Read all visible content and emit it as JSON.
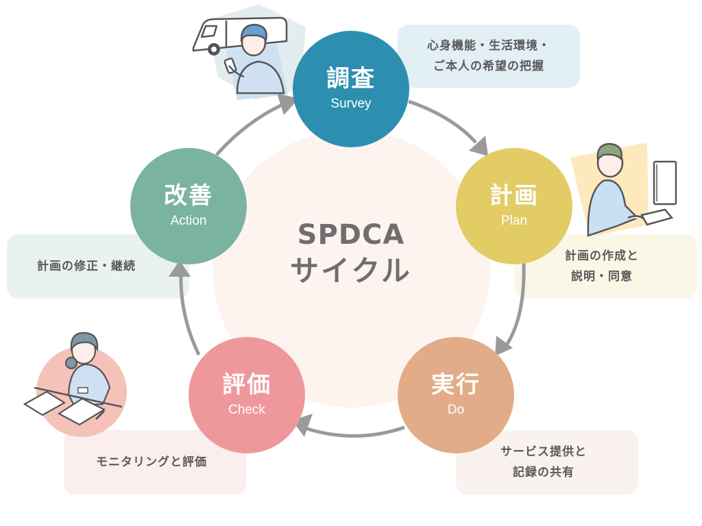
{
  "center": {
    "line1": "SPDCA",
    "line2": "サイクル"
  },
  "nodes": [
    {
      "id": "survey",
      "jp": "調査",
      "en": "Survey",
      "color": "#2c8faf"
    },
    {
      "id": "plan",
      "jp": "計画",
      "en": "Plan",
      "color": "#e3cc66"
    },
    {
      "id": "do",
      "jp": "実行",
      "en": "Do",
      "color": "#e2ac88"
    },
    {
      "id": "check",
      "jp": "評価",
      "en": "Check",
      "color": "#ee989c"
    },
    {
      "id": "action",
      "jp": "改善",
      "en": "Action",
      "color": "#7bb3a3"
    }
  ],
  "callouts": {
    "survey": {
      "lines": [
        "心身機能・生活環境・",
        "ご本人の希望の把握"
      ],
      "bg": "#e2eff5"
    },
    "plan": {
      "lines": [
        "計画の作成と",
        "説明・同意"
      ],
      "bg": "#faf7e6"
    },
    "do": {
      "lines": [
        "サービス提供と",
        "記録の共有"
      ],
      "bg": "#faf2ee"
    },
    "check": {
      "lines": [
        "モニタリングと評価"
      ],
      "bg": "#fbeeee"
    },
    "action": {
      "lines": [
        "計画の修正・継続"
      ],
      "bg": "#e9f2ef"
    }
  },
  "illustrations": {
    "survey": "caregiver-with-phone-and-van",
    "plan": "staff-at-computer",
    "check": "staff-with-tablet-and-paper"
  },
  "colors": {
    "arrow": "#9a9a9a",
    "center_bg": "#fdf4f0",
    "text": "#5a5a5a"
  }
}
